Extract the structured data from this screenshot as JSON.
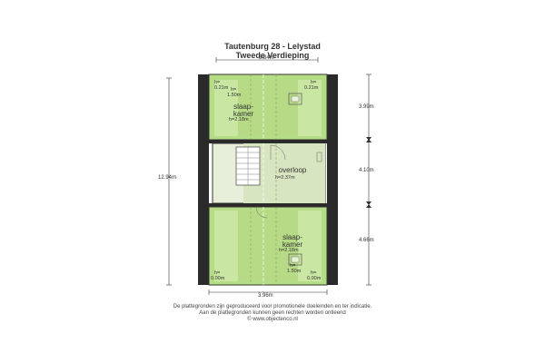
{
  "title": {
    "line1": "Tautenburg 28 - Lelystad",
    "line2": "Tweede Verdieping"
  },
  "dimensions": {
    "top_width": "3.84m",
    "bottom_width": "3.96m",
    "total_height": "12.94m",
    "segment_top": "3.99m",
    "segment_middle": "4.10m",
    "segment_bottom": "4.66m"
  },
  "rooms": {
    "top_bedroom": {
      "label_line1": "slaap-",
      "label_line2": "kamer",
      "height": "h=2.18m",
      "left_corner_h": "h=",
      "left_corner_val": "0.21m",
      "left_skylight_h": "h=",
      "left_skylight_val": "1.50m",
      "right_corner_h": "h=",
      "right_corner_val": "0.21m"
    },
    "landing": {
      "label": "overloop",
      "height": "h=2.37m"
    },
    "bottom_bedroom": {
      "label_line1": "slaap-",
      "label_line2": "kamer",
      "height": "h=2.18m",
      "skylight_h": "h=",
      "skylight_val": "1.50m",
      "left_corner_h": "h=",
      "left_corner_val": "0.00m",
      "right_corner_h": "h=",
      "right_corner_val": "0.00m"
    }
  },
  "footer": {
    "line1": "De plattegronden zijn geproduceerd voor promotionele doeleinden en ter indicatie.",
    "line2": "Aan de plattegronden kunnen geen rechten worden ontleend",
    "line3": "© www.objectenco.nl"
  },
  "colors": {
    "room_green": "#b5dd85",
    "room_light_green": "#d4ecb3",
    "landing": "#dde9cc",
    "wall": "#2a2a2a"
  }
}
